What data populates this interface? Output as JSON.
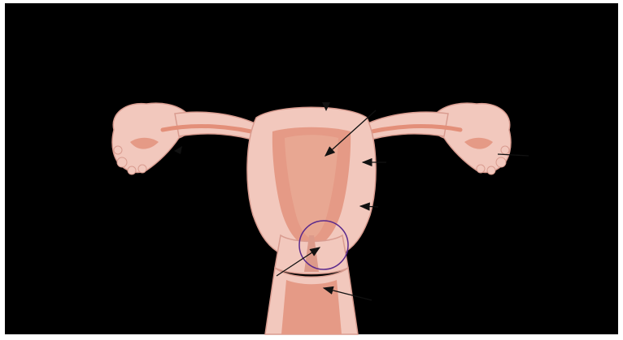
{
  "diagram": {
    "colors": {
      "background": "#000000",
      "frame": "#ffffff",
      "outer_tissue": "#f2c8bd",
      "tissue_outline": "#d99c90",
      "inner_lining": "#e59a86",
      "cavity": "#e8a792",
      "tube_lumen": "#e38f79",
      "canal": "#dc9a8a",
      "arrow": "#111111",
      "highlight_circle": "#5b2a8c"
    },
    "arrows": [
      {
        "name": "fundus-marker",
        "kind": "triangle-down"
      },
      {
        "name": "uterine-cavity-arrow",
        "kind": "line"
      },
      {
        "name": "uterine-wall-upper-arrow",
        "kind": "line"
      },
      {
        "name": "uterine-wall-lower-arrow",
        "kind": "line"
      },
      {
        "name": "left-tube-arrow",
        "kind": "triangle"
      },
      {
        "name": "right-ovary-line",
        "kind": "line"
      },
      {
        "name": "cervix-arrow",
        "kind": "line"
      },
      {
        "name": "vagina-arrow",
        "kind": "line"
      }
    ],
    "highlight": {
      "name": "cervix-highlight-circle",
      "shape": "circle"
    }
  }
}
